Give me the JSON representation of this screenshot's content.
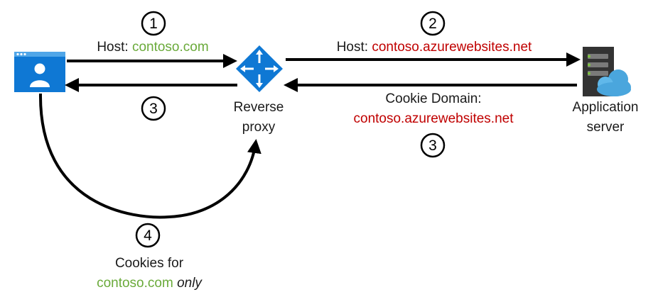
{
  "colors": {
    "green": "#6aaa3a",
    "red": "#c00000",
    "arrow": "#000000",
    "browser_blue": "#0f78d4",
    "router_blue": "#0f78d4",
    "server_dark": "#333333",
    "cloud_blue": "#4aa6dd"
  },
  "icons": {
    "client": "browser-user-icon",
    "proxy": "router-arrows-icon",
    "server": "server-cloud-icon"
  },
  "steps": {
    "s1": "1",
    "s2": "2",
    "s3a": "3",
    "s3b": "3",
    "s4": "4"
  },
  "labels": {
    "host1_prefix": "Host: ",
    "host1_value": "contoso.com",
    "host2_prefix": "Host: ",
    "host2_value": "contoso.azurewebsites.net",
    "cookie_domain_label": "Cookie Domain:",
    "cookie_domain_value": "contoso.azurewebsites.net",
    "proxy_line1": "Reverse",
    "proxy_line2": "proxy",
    "server_line1": "Application",
    "server_line2": "server",
    "cookies_line1": "Cookies for",
    "cookies_domain": "contoso.com",
    "cookies_only": "only"
  }
}
